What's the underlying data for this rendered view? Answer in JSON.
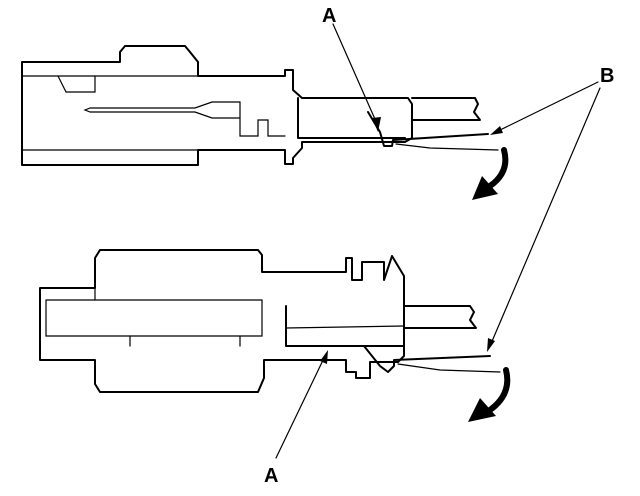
{
  "diagram": {
    "labels": {
      "callout_a_top": "A",
      "callout_b": "B",
      "callout_a_bottom": "A"
    }
  }
}
